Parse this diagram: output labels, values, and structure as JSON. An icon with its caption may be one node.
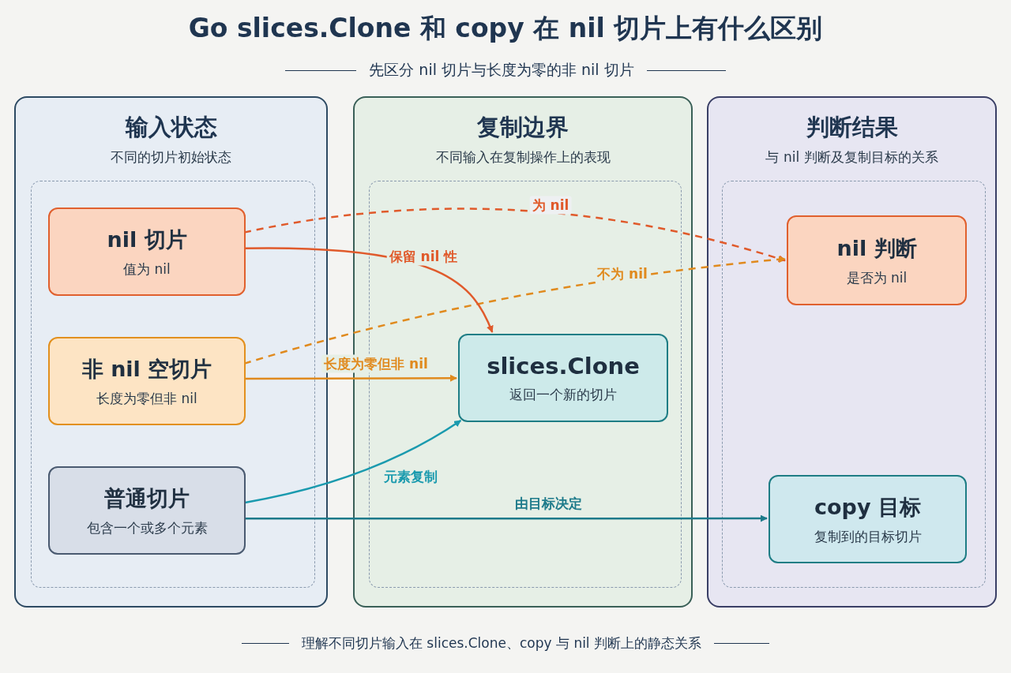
{
  "diagram": {
    "title": "Go slices.Clone 和 copy 在 nil 切片上有什么区别",
    "caption": "理解不同切片输入在 slices.Clone、copy 与 nil 判断上的静态关系",
    "nodes": [
      {
        "text": [
          "输入状态",
          "不同的切片初始状态"
        ]
      },
      {
        "text": [
          "nil 切片",
          "值为 nil"
        ],
        "in": 0
      },
      {
        "text": [
          "非 nil 空切片",
          "长度为零但非 nil"
        ],
        "in": 0
      },
      {
        "text": [
          "普通切片",
          "包含一个或多个元素"
        ],
        "in": 0
      },
      {
        "text": [
          "复制边界",
          "不同输入在复制操作上的表现"
        ]
      },
      {
        "text": [
          "slices.Clone",
          "返回一个新的切片"
        ],
        "in": 4
      },
      {
        "text": [
          "判断结果",
          "与 nil 判断及复制目标的关系"
        ]
      },
      {
        "text": [
          "nil 判断",
          "是否为 nil"
        ],
        "in": 6
      },
      {
        "text": [
          "copy 目标",
          "复制到的目标切片"
        ],
        "in": 6
      }
    ],
    "edges": [
      {
        "from": 1,
        "to": 7,
        "arrow": "to",
        "label": "为 nil",
        "style": "dashed",
        "color": "#e05a2b"
      },
      {
        "from": 2,
        "to": 7,
        "arrow": "to",
        "label": "不为 nil",
        "style": "dashed",
        "color": "#e08a1e"
      },
      {
        "from": 1,
        "to": 5,
        "arrow": "to",
        "label": "保留 nil 性",
        "color": "#e05a2b"
      },
      {
        "from": 2,
        "to": 5,
        "arrow": "to",
        "label": "长度为零但非 nil",
        "color": "#e08a1e"
      },
      {
        "from": 3,
        "to": 5,
        "arrow": "to",
        "label": "元素复制",
        "color": "#1a9aae"
      },
      {
        "from": 3,
        "to": 8,
        "arrow": "to",
        "label": "由目标决定",
        "color": "#1d7a8a"
      }
    ],
    "labels": [
      "先区分 nil 切片与长度为零的非 nil 切片"
    ]
  }
}
